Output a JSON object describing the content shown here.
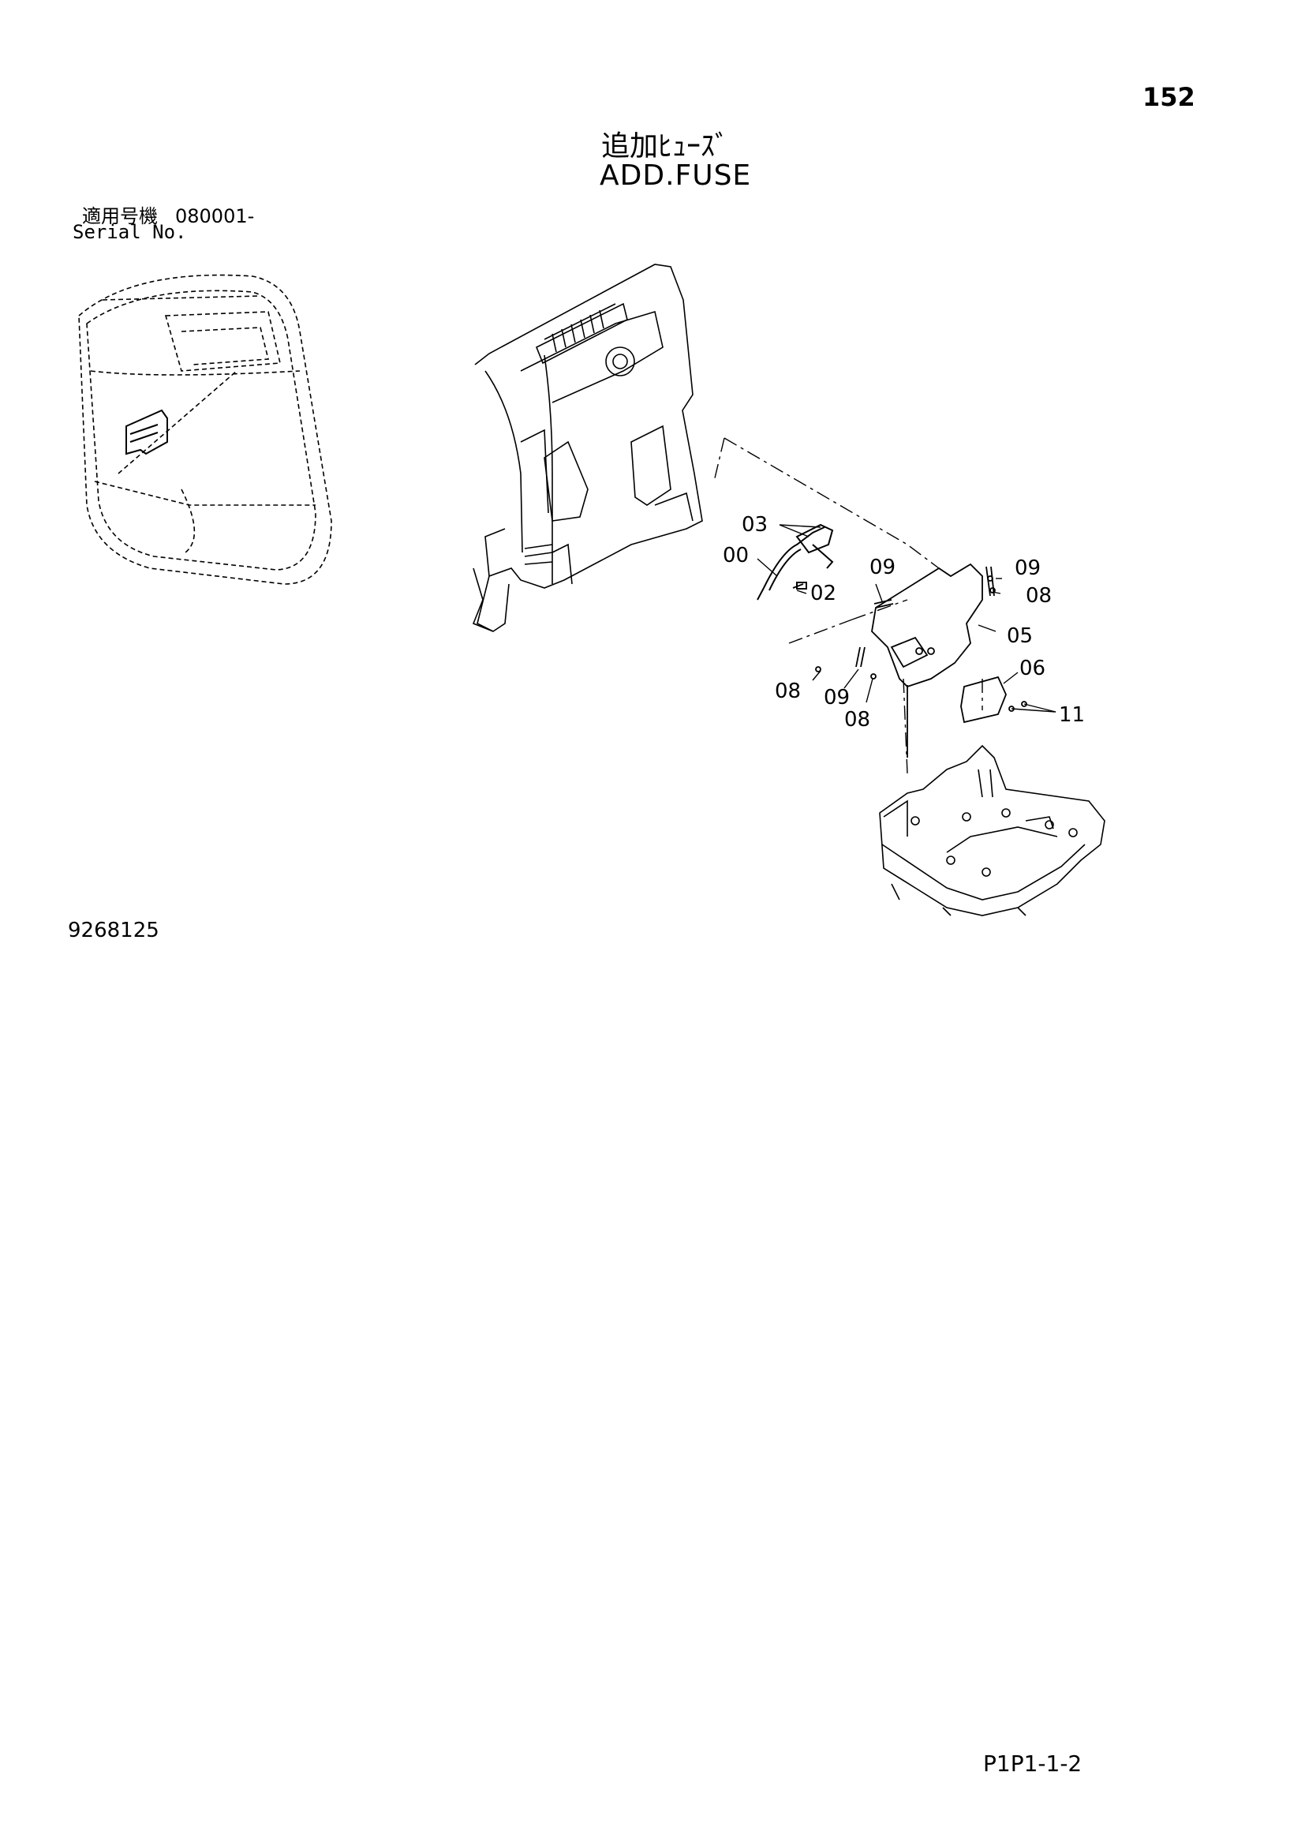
{
  "header": {
    "page_number": "152",
    "title_jp": "追加ﾋｭｰｽﾞ",
    "title_en": "ADD.FUSE"
  },
  "serial": {
    "label_jp": "適用号機",
    "value": "080001-",
    "label_en": "Serial No."
  },
  "footer": {
    "drawing_number": "9268125",
    "page_code": "P1P1-1-2"
  },
  "callouts": [
    "03",
    "00",
    "02",
    "09",
    "09",
    "08",
    "05",
    "06",
    "08",
    "09",
    "08",
    "11"
  ]
}
